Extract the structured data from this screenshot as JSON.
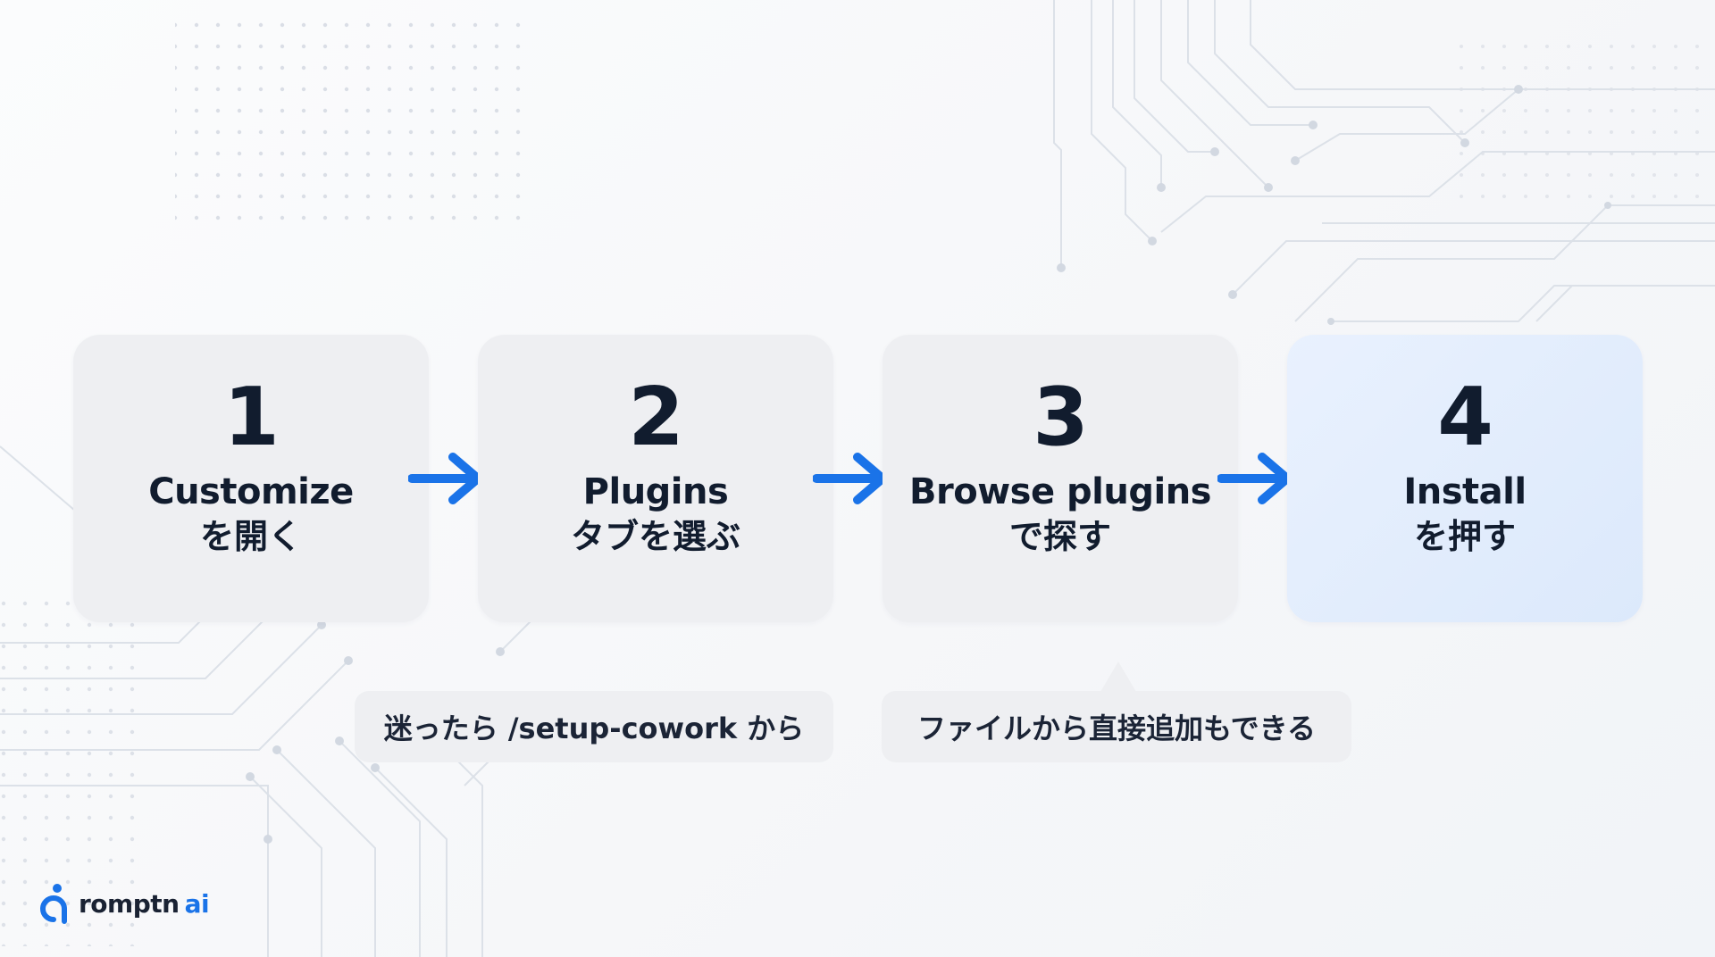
{
  "steps": [
    {
      "number": "1",
      "title": "Customize",
      "subtitle": "を開く"
    },
    {
      "number": "2",
      "title": "Plugins",
      "subtitle": "タブを選ぶ"
    },
    {
      "number": "3",
      "title": "Browse plugins",
      "subtitle": "で探す"
    },
    {
      "number": "4",
      "title": "Install",
      "subtitle": "を押す"
    }
  ],
  "notes": [
    {
      "text": "迷ったら /setup-cowork から"
    },
    {
      "text": "ファイルから直接追加もできる"
    }
  ],
  "brand": {
    "name": "romptn",
    "accent": "ai"
  },
  "colors": {
    "accent": "#1a73e8",
    "card": "#eeeff2",
    "card_active": "#e3eefc",
    "text": "#111c2e"
  },
  "icons": {
    "arrow": "arrow-right-icon",
    "logo": "romptn-logo-icon"
  }
}
